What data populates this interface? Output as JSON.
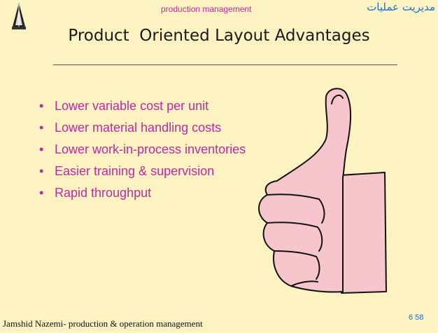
{
  "header": {
    "subtitle": "production management",
    "arabic_title": "مدیریت عملیات"
  },
  "title": "Product  Oriented Layout Advantages",
  "bullets": [
    "Lower variable cost per unit",
    "Lower material handling costs",
    "Lower work-in-process inventories",
    "Easier training & supervision",
    "Rapid throughput"
  ],
  "footer": {
    "author": "Jamshid Nazemi- production & operation management",
    "page": "6 58"
  },
  "colors": {
    "background": "#fdf2c2",
    "accent": "#c02aa0",
    "link_blue": "#1f6fd1",
    "thumb_fill": "#f6c6cc"
  },
  "icons": {
    "logo": "tower-logo-icon",
    "illustration": "thumbs-up-icon"
  }
}
